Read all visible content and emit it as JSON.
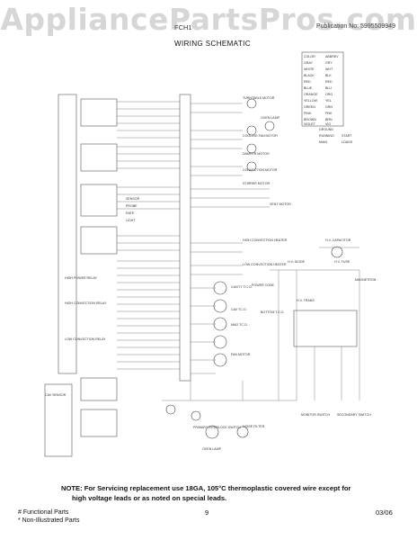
{
  "watermark": "AppliancePartsPros.com",
  "header": {
    "publication": "Publication No: 5995509949",
    "title": "WIRING SCHEMATIC"
  },
  "color_code": {
    "rows": [
      [
        "COLOR",
        "ABBREV"
      ],
      [
        "GRAY",
        "GRY"
      ],
      [
        "WHITE",
        "WHT"
      ],
      [
        "BLACK",
        "BLK"
      ],
      [
        "RED",
        "RED"
      ],
      [
        "BLUE",
        "BLU"
      ],
      [
        "ORANGE",
        "ORG"
      ],
      [
        "YELLOW",
        "YEL"
      ],
      [
        "GREEN",
        "GRN"
      ],
      [
        "PINK",
        "PNK"
      ],
      [
        "BROWN",
        "BRN"
      ],
      [
        "VIOLET",
        "VIO"
      ]
    ],
    "legend": [
      "GROUND",
      "RUNNING",
      "START",
      "MAIN",
      "LOADS"
    ]
  },
  "labels": {
    "high_power_relay": "HIGH POWER RELAY",
    "high_conv_relay": "HIGH CONVECTION RELAY",
    "low_conv_relay": "LOW CONVECTION RELAY",
    "sensor": "SENSOR",
    "probe": "PROBE",
    "rate": "RATE",
    "light": "LIGHT",
    "cav_sensor": "CAV SENSOR",
    "turntable": "TURNTABLE MOTOR",
    "oven_lamp": "OVEN LAMP",
    "cooling_fan": "COOLING FAN MOTOR",
    "damper": "DAMPER MOTOR",
    "conv_motor": "CONVECTION MOTOR",
    "stirrer": "STIRRER MOTOR",
    "vent": "VENT MOTOR",
    "hi_conv_heater": "HIGH CONVECTION HEATER",
    "low_conv_heater": "LOW CONVECTION HEATER",
    "hv_diode": "H.V. DIODE",
    "power_code": "POWER CODE",
    "hv_trans": "H.V. TRANS",
    "hv_cap": "H.V. CAPACITOR",
    "hv_fuse": "H.V. FUSE",
    "magnetron": "MAGNETRON",
    "fan_motor": "FAN MOTOR",
    "primary": "PRIMARY INTERLOCK SWITCH",
    "monitor": "MONITOR SWITCH",
    "secondary": "SECONDARY SWITCH",
    "noise_filter": "NOISE FILTER",
    "oven_lamp2": "OVEN LAMP",
    "cavity_tco": "CAVITY T.C.O.",
    "cav_tco": "CAV TC.O.",
    "mag_tco": "MAG TC.O.",
    "bottom_tco": "BOTTOM T.C.O."
  },
  "note": {
    "line1": "NOTE: For Servicing replacement use 18GA, 105°C thermoplastic covered wire except  for",
    "line2": "high voltage leads or as noted on special leads."
  },
  "footer": {
    "line1": "# Functional Parts",
    "line2": "* Non-Illustrated Parts",
    "page": "9",
    "date": "03/06"
  }
}
